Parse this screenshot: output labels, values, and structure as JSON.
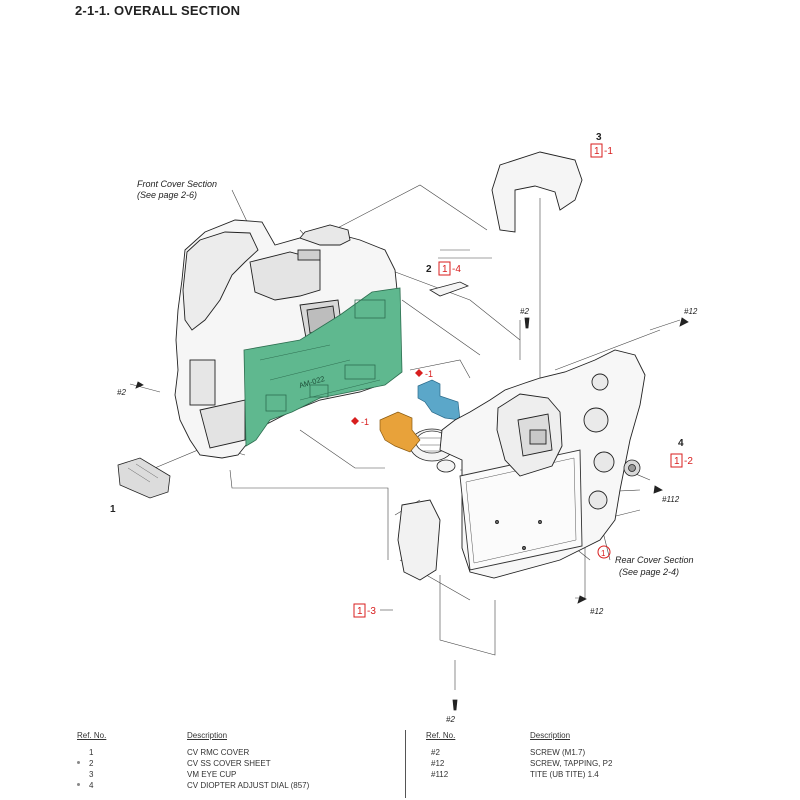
{
  "title": "2-1-1. OVERALL SECTION",
  "callouts": {
    "front_cover": "Front Cover Section",
    "front_cover_page": "(See page 2-6)",
    "rear_cover": "Rear Cover Section",
    "rear_cover_page": "(See page 2-4)",
    "board": "AM-022",
    "ref_3": "3",
    "ref_3_box": "1",
    "ref_3_suffix": "-1",
    "ref_2": "2",
    "ref_2_box": "1",
    "ref_2_suffix": "-4",
    "ref_4": "4",
    "ref_4_box": "1",
    "ref_4_suffix": "-2",
    "ref_1": "1",
    "ref_1_3_box": "1",
    "ref_1_3_suffix": "-3",
    "rear_circle": "1",
    "diamond_1a": "-1",
    "diamond_1b": "-1",
    "screw_2_left": "#2",
    "screw_2_top": "#2",
    "screw_2_bottom": "#2",
    "screw_12_top": "#12",
    "screw_12_mid": "#12",
    "screw_112": "#112"
  },
  "colors": {
    "board": "#5fb88f",
    "bracket_orange": "#e8a23a",
    "bracket_blue": "#5ba7c9",
    "ref_red": "#d81e1e"
  },
  "table": {
    "headers": {
      "ref": "Ref. No.",
      "desc": "Description"
    },
    "left_rows": [
      {
        "ref": "1",
        "desc": "CV RMC COVER",
        "bullet": false
      },
      {
        "ref": "2",
        "desc": "CV SS COVER SHEET",
        "bullet": true
      },
      {
        "ref": "3",
        "desc": "VM EYE CUP",
        "bullet": false
      },
      {
        "ref": "4",
        "desc": "CV DIOPTER ADJUST DIAL (857)",
        "bullet": true
      }
    ],
    "right_rows": [
      {
        "ref": "#2",
        "desc": "SCREW (M1.7)"
      },
      {
        "ref": "#12",
        "desc": "SCREW, TAPPING, P2"
      },
      {
        "ref": "#112",
        "desc": "TITE (UB TITE) 1.4"
      }
    ]
  }
}
